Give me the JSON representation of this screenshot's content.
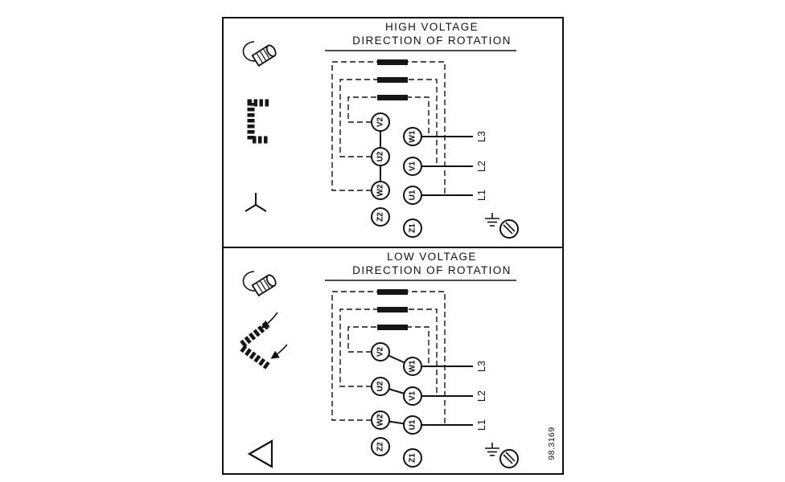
{
  "colors": {
    "ink": "#111111",
    "background": "#ffffff"
  },
  "drawing_number": "98.3169",
  "panels": [
    {
      "id": "high-voltage",
      "title_line1": "HIGH VOLTAGE",
      "title_line2": "DIRECTION OF ROTATION",
      "connection": "star",
      "terminals_left": [
        "V2",
        "U2",
        "W2"
      ],
      "terminals_right": [
        "W1",
        "V1",
        "U1"
      ],
      "terminals_bottom": [
        "Z2",
        "Z1"
      ],
      "line_labels": [
        "L3",
        "L2",
        "L1"
      ],
      "icons": [
        "rotation-direction-icon",
        "star-jumper-strip-icon",
        "star-symbol-icon",
        "ground-terminal-icon"
      ]
    },
    {
      "id": "low-voltage",
      "title_line1": "LOW VOLTAGE",
      "title_line2": "DIRECTION OF ROTATION",
      "connection": "delta",
      "terminals_left": [
        "V2",
        "U2",
        "W2"
      ],
      "terminals_right": [
        "W1",
        "V1",
        "U1"
      ],
      "terminals_bottom": [
        "Z2",
        "Z1"
      ],
      "line_labels": [
        "L3",
        "L2",
        "L1"
      ],
      "icons": [
        "rotation-direction-icon",
        "delta-jumper-strip-icon",
        "delta-symbol-icon",
        "ground-terminal-icon"
      ]
    }
  ]
}
